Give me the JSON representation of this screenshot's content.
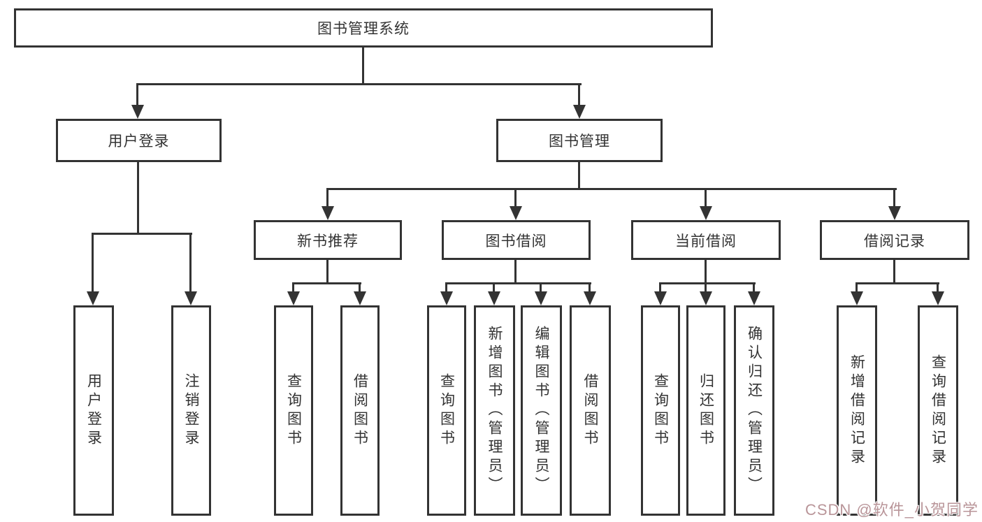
{
  "diagram_title": "图书管理系统",
  "nodes": {
    "root": "图书管理系统",
    "user_login": "用户登录",
    "book_mgmt": "图书管理",
    "new_book_rec": "新书推荐",
    "book_borrow": "图书借阅",
    "current_borrow": "当前借阅",
    "borrow_records": "借阅记录",
    "leaf_user_login": "用户登录",
    "leaf_logout": "注销登录",
    "leaf_query_books_rec": "查询图书",
    "leaf_borrow_books_rec": "借阅图书",
    "leaf_query_books_borrow": "查询图书",
    "leaf_add_books": "新增图书（管理员）",
    "leaf_edit_books": "编辑图书（管理员）",
    "leaf_borrow_books": "借阅图书",
    "leaf_query_books_current": "查询图书",
    "leaf_return_books": "归还图书",
    "leaf_confirm_return": "确认归还（管理员）",
    "leaf_add_borrow_record": "新增借阅记录",
    "leaf_query_borrow_record": "查询借阅记录"
  },
  "hierarchy": {
    "图书管理系统": {
      "用户登录": [
        "用户登录",
        "注销登录"
      ],
      "图书管理": {
        "新书推荐": [
          "查询图书",
          "借阅图书"
        ],
        "图书借阅": [
          "查询图书",
          "新增图书（管理员）",
          "编辑图书（管理员）",
          "借阅图书"
        ],
        "当前借阅": [
          "查询图书",
          "归还图书",
          "确认归还（管理员）"
        ],
        "借阅记录": [
          "新增借阅记录",
          "查询借阅记录"
        ]
      }
    }
  },
  "watermark": {
    "text": "CSDN @软件_小贺同学",
    "color": "#b99599"
  },
  "colors": {
    "line": "#333333",
    "box_border": "#333333",
    "text": "#333333",
    "background": "#ffffff"
  }
}
